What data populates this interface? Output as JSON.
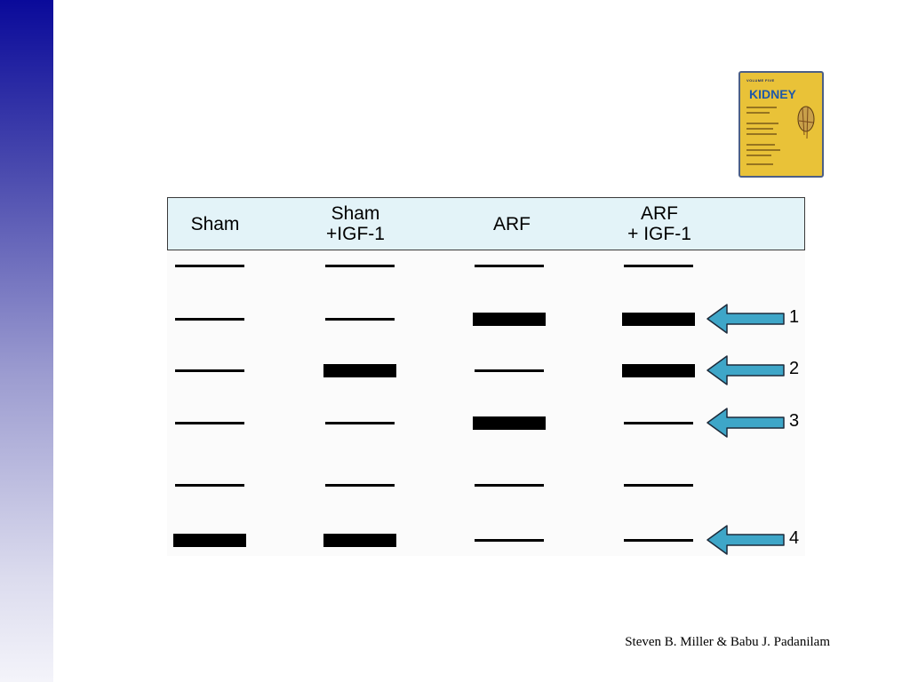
{
  "theme": {
    "sidebar_top": "#0a0a9a",
    "arrow_fill": "#3ea6c8",
    "header_fill": "#e3f3f8"
  },
  "book": {
    "title": "KIDNEY"
  },
  "diagram": {
    "columns": [
      "Sham",
      "Sham\n+IGF-1",
      "ARF",
      "ARF\n+ IGF-1"
    ],
    "rows": [
      {
        "bands": [
          "thin",
          "thin",
          "thin",
          "thin"
        ]
      },
      {
        "bands": [
          "thin",
          "thin",
          "thick",
          "thick"
        ],
        "arrow": "1"
      },
      {
        "bands": [
          "thin",
          "thick",
          "thin",
          "thick"
        ],
        "arrow": "2"
      },
      {
        "bands": [
          "thin",
          "thin",
          "thick",
          "thin"
        ],
        "arrow": "3"
      },
      {
        "bands": [
          "thin",
          "thin",
          "thin",
          "thin"
        ]
      },
      {
        "bands": [
          "thick",
          "thick",
          "thin",
          "thin"
        ],
        "arrow": "4"
      }
    ]
  },
  "credit": "Steven B. Miller & Babu J. Padanilam"
}
